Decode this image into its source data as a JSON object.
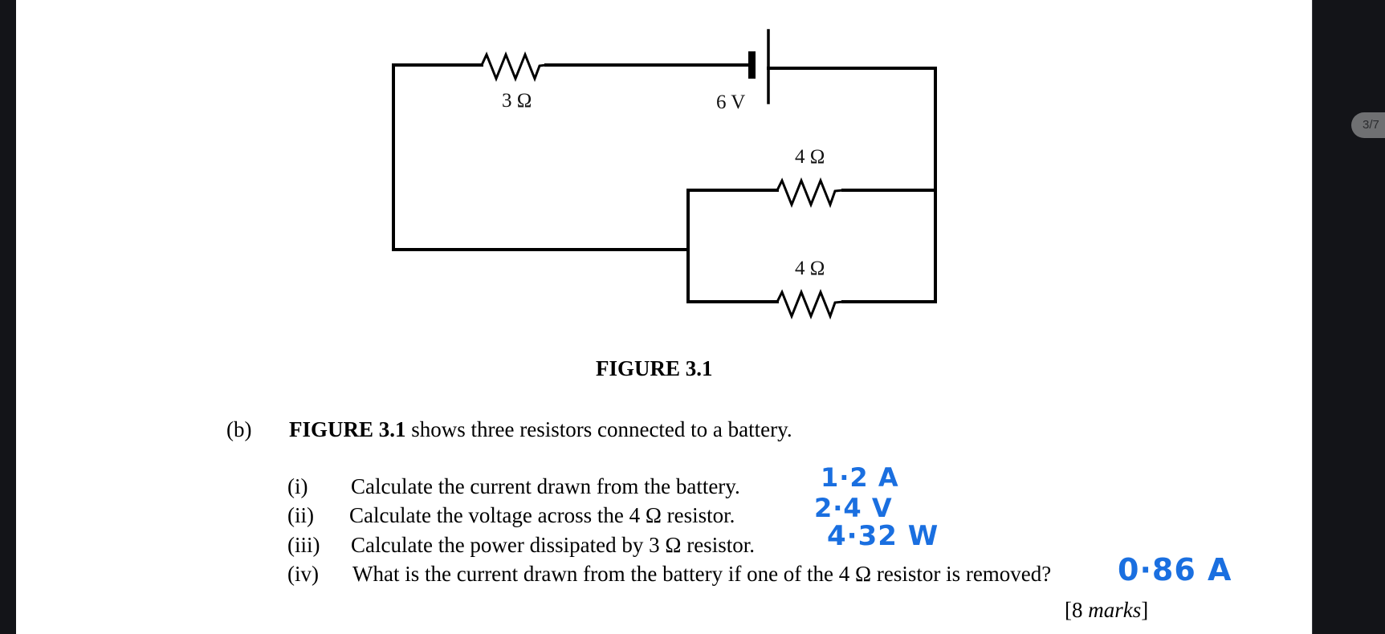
{
  "viewer": {
    "page_indicator": "3/7"
  },
  "figure": {
    "caption": "FIGURE 3.1",
    "components": {
      "resistor_series_label": "3 Ω",
      "battery_label": "6 V",
      "resistor_parallel_top_label": "4 Ω",
      "resistor_parallel_bottom_label": "4 Ω"
    }
  },
  "question": {
    "part_label": "(b)",
    "intro_bold": "FIGURE 3.1",
    "intro_rest": " shows three resistors connected to a battery.",
    "items": [
      {
        "num": "(i)",
        "text": "Calculate the current drawn from the battery.",
        "answer": "1·2 A"
      },
      {
        "num": "(ii)",
        "text": "Calculate the voltage across the 4 Ω resistor.",
        "answer": "2·4 V"
      },
      {
        "num": "(iii)",
        "text": "Calculate the power dissipated by 3 Ω resistor.",
        "answer": "4·32 W"
      },
      {
        "num": "(iv)",
        "text": "What is the current drawn from the battery if one of the 4 Ω resistor is removed?",
        "answer": "0·86 A"
      }
    ],
    "marks_open": "[8 ",
    "marks_word": "marks",
    "marks_close": "]"
  },
  "colors": {
    "ink_handwriting": "#1a6fe0",
    "viewer_background": "#131418",
    "page_pill": "#6f7072"
  }
}
